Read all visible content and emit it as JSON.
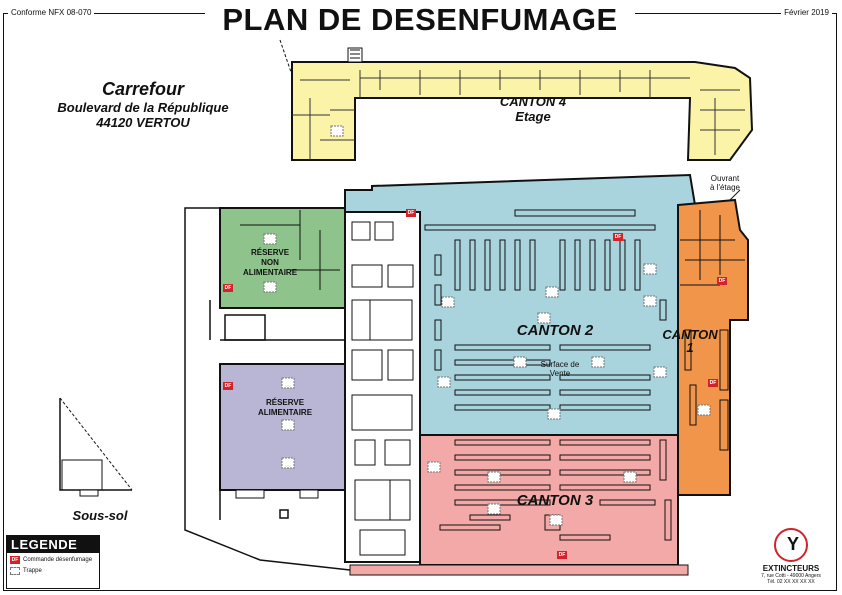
{
  "header": {
    "norm": "Conforme NFX 08-070",
    "title": "PLAN DE DESENFUMAGE",
    "date": "Février 2019"
  },
  "address": {
    "name": "Carrefour",
    "street": "Boulevard de la République",
    "city": "44120 VERTOU"
  },
  "zones": {
    "canton4": "CANTON 4",
    "canton4_sub": "Etage",
    "canton2": "CANTON 2",
    "canton3": "CANTON 3",
    "canton1_a": "CANTON",
    "canton1_b": "1",
    "reserve_non_alim": [
      "RÉSERVE",
      "NON",
      "ALIMENTAIRE"
    ],
    "reserve_alim": [
      "RÉSERVE",
      "ALIMENTAIRE"
    ],
    "surface": [
      "Surface de",
      "Vente"
    ],
    "ouvrant": [
      "Ouvrant",
      "à l'étage"
    ],
    "sous_sol": "Sous-sol"
  },
  "colors": {
    "canton1": "#f0954a",
    "canton2": "#a9d3dd",
    "canton3": "#f2a9a7",
    "canton4": "#fbf3a8",
    "reserve_non_alim": "#8ec48b",
    "reserve_alim": "#b8b6d4",
    "df": "#d2232a"
  },
  "legend": {
    "title": "LEGENDE",
    "df_badge": "DF",
    "df_label": "Commande désenfumage",
    "trappe_label": "Trappe"
  },
  "df_badge": "DF",
  "logo": {
    "name": "EXTINCTEURS",
    "addr1": "7, rue Cotti - 49000 Angers",
    "addr2": "Tél. 02 XX XX XX XX"
  }
}
